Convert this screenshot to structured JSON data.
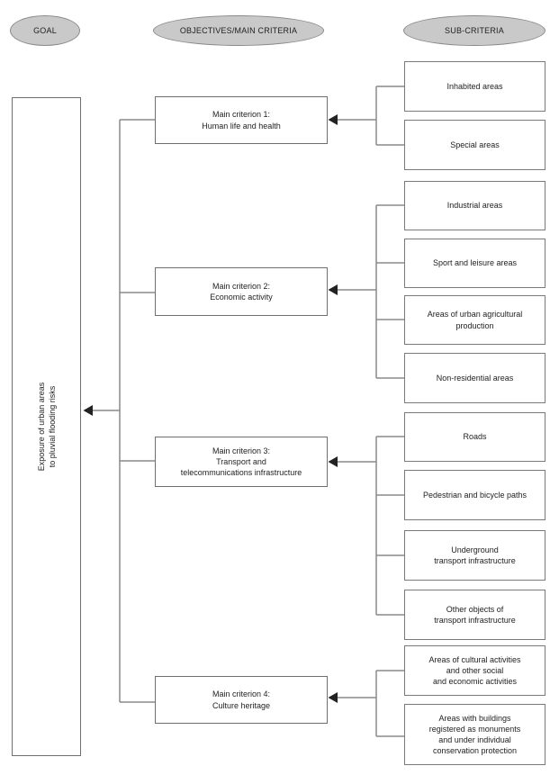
{
  "header": {
    "goal": "GOAL",
    "objectives": "OBJECTIVES/MAIN CRITERIA",
    "sub_criteria": "SUB-CRITERIA"
  },
  "goal_text": "Exposure of urban areas\nto pluvial flooding risks",
  "main_criteria": [
    {
      "label": "Main criterion 1:\nHuman life and health",
      "sub": [
        "Inhabited areas",
        "Special areas"
      ]
    },
    {
      "label": "Main criterion 2:\nEconomic activity",
      "sub": [
        "Industrial areas",
        "Sport and leisure areas",
        "Areas of urban agricultural\nproduction",
        "Non-residential areas"
      ]
    },
    {
      "label": "Main criterion 3:\nTransport and\ntelecommunications infrastructure",
      "sub": [
        "Roads",
        "Pedestrian and bicycle paths",
        "Underground\ntransport infrastructure",
        "Other objects of\ntransport infrastructure"
      ]
    },
    {
      "label": "Main criterion 4:\nCulture heritage",
      "sub": [
        "Areas of cultural activities\nand other social\nand economic activities",
        "Areas with buildings\nregistered as monuments\nand under individual\nconservation protection"
      ]
    }
  ]
}
